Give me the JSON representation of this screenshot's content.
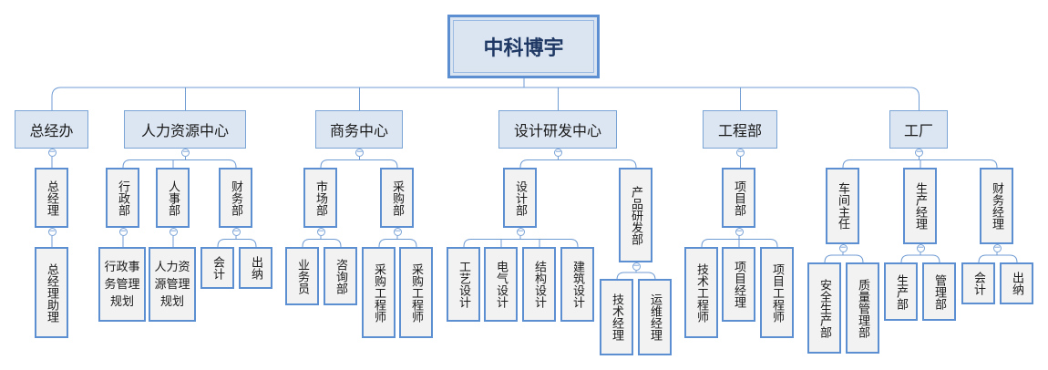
{
  "root": "中科博宇",
  "departments": [
    {
      "id": "zjb",
      "label": "总经办",
      "children": [
        {
          "label": "总经理",
          "children": [
            {
              "label": "总经理助理"
            }
          ]
        }
      ]
    },
    {
      "id": "rlzy",
      "label": "人力资源中心",
      "children": [
        {
          "label": "行政部",
          "children": [
            {
              "label": "行政事务管理规划"
            }
          ]
        },
        {
          "label": "人事部",
          "children": [
            {
              "label": "人力资源管理规划"
            }
          ]
        },
        {
          "label": "财务部",
          "children": [
            {
              "label": "会计"
            },
            {
              "label": "出纳"
            }
          ]
        }
      ]
    },
    {
      "id": "swzx",
      "label": "商务中心",
      "children": [
        {
          "label": "市场部",
          "children": [
            {
              "label": "业务员"
            },
            {
              "label": "咨询部"
            }
          ]
        },
        {
          "label": "采购部",
          "children": [
            {
              "label": "采购工程师"
            },
            {
              "label": "采购工程师"
            }
          ]
        }
      ]
    },
    {
      "id": "sjyf",
      "label": "设计研发中心",
      "children": [
        {
          "label": "设计部",
          "children": [
            {
              "label": "工艺设计"
            },
            {
              "label": "电气设计"
            },
            {
              "label": "结构设计"
            },
            {
              "label": "建筑设计"
            }
          ]
        },
        {
          "label": "产品研发部",
          "children": [
            {
              "label": "技术经理"
            },
            {
              "label": "运维经理"
            }
          ]
        }
      ]
    },
    {
      "id": "gcb",
      "label": "工程部",
      "children": [
        {
          "label": "项目部",
          "children": [
            {
              "label": "技术工程师"
            },
            {
              "label": "项目经理"
            },
            {
              "label": "项目工程师"
            }
          ]
        }
      ]
    },
    {
      "id": "gc",
      "label": "工厂",
      "children": [
        {
          "label": "车间主任",
          "children": [
            {
              "label": "安全生产部"
            },
            {
              "label": "质量管理部"
            }
          ]
        },
        {
          "label": "生产经理",
          "children": [
            {
              "label": "生产部"
            },
            {
              "label": "管理部"
            }
          ]
        },
        {
          "label": "财务经理",
          "children": [
            {
              "label": "会计"
            },
            {
              "label": "出纳"
            }
          ]
        }
      ]
    }
  ],
  "colors": {
    "line": "#6f9bd3",
    "root_border": "#5b8fd1",
    "l1_fill": "#dce6f2",
    "leaf_fill": "#f2f2f2"
  },
  "icons": {
    "collapse": "collapse-toggle-icon"
  }
}
